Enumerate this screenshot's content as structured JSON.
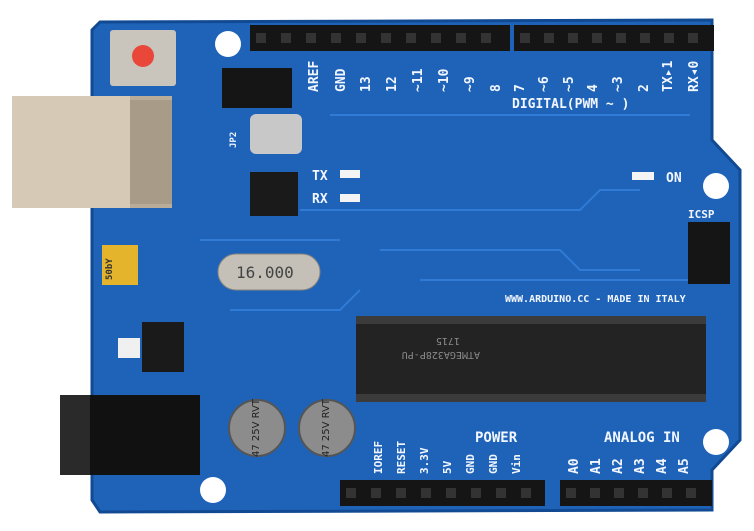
{
  "board": {
    "colors": {
      "pcb": "#1e63b8",
      "pcb_dark": "#114a93",
      "silkscreen": "#f2f6ff",
      "header": "#151515",
      "reset_button": "#e8473a"
    },
    "digital_header_labels": [
      "AREF",
      "GND",
      "13",
      "12",
      "~11",
      "~10",
      "~9",
      "8",
      "7",
      "~6",
      "~5",
      "4",
      "~3",
      "2",
      "TX▸1",
      "RX◂0"
    ],
    "digital_title": "DIGITAL(PWM ~ )",
    "led_labels": {
      "tx": "TX",
      "rx": "RX",
      "on": "ON"
    },
    "jumper_label": "JP2",
    "icsp_label": "ICSP",
    "crystal_label": "16.000",
    "made_in": "WWW.ARDUINO.CC - MADE IN ITALY",
    "chip": {
      "part": "ATMEGA328P-PU",
      "date_code": "1715"
    },
    "capacitor_label": "47 25V RVT",
    "fuse_label": "50bY",
    "power_title": "POWER",
    "analog_title": "ANALOG IN",
    "power_pins": [
      "IOREF",
      "RESET",
      "3.3V",
      "5V",
      "GND",
      "GND",
      "Vin"
    ],
    "analog_pins": [
      "A0",
      "A1",
      "A2",
      "A3",
      "A4",
      "A5"
    ]
  }
}
